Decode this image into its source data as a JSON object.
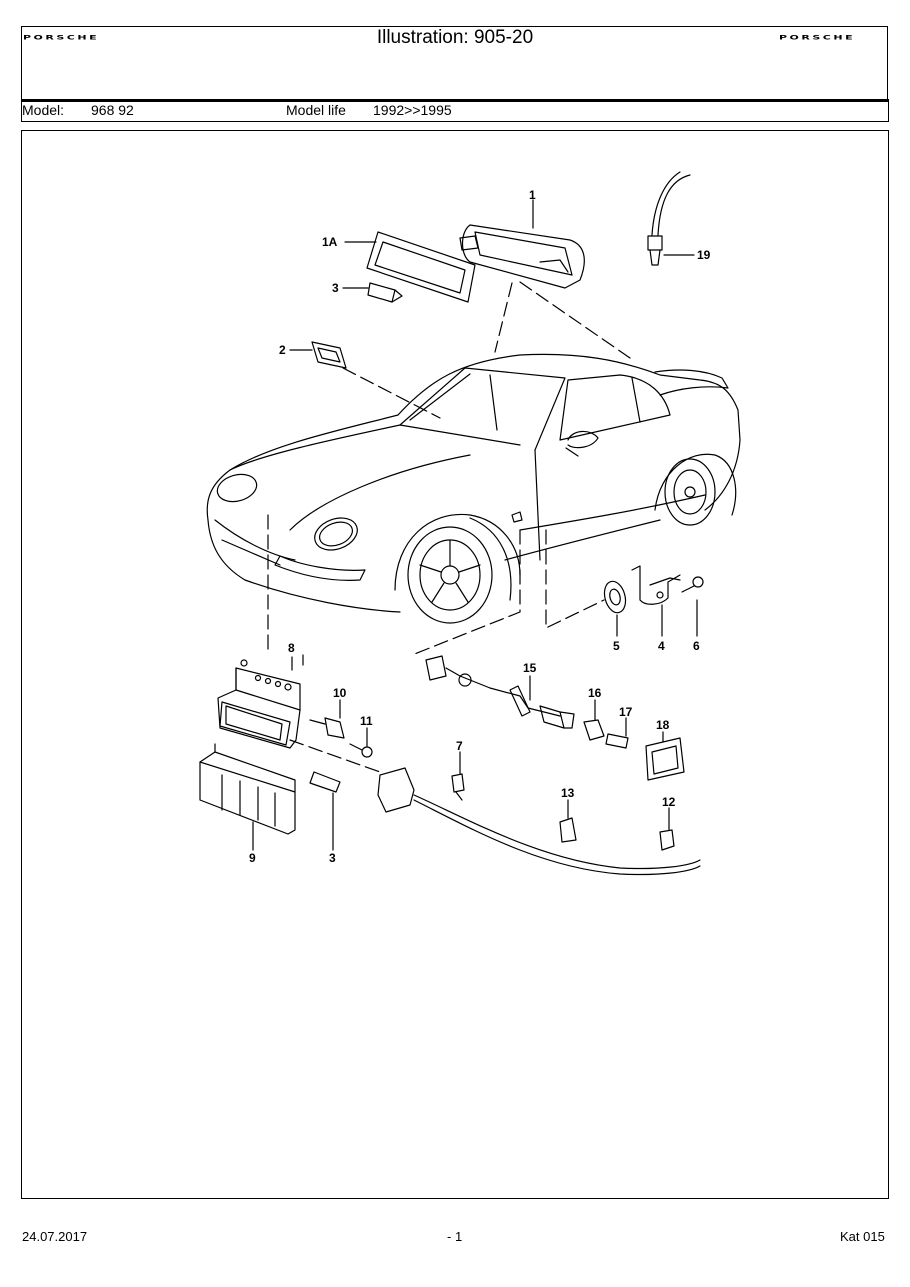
{
  "header": {
    "brand_left": "PORSCHE",
    "brand_right": "PORSCHE",
    "title": "Illustration: 905-20"
  },
  "model_row": {
    "model_label": "Model:",
    "model_value": "968 92",
    "life_label": "Model life",
    "life_value": "1992>>1995"
  },
  "callouts": {
    "c1": "1",
    "c1a": "1A",
    "c2": "2",
    "c3a": "3",
    "c3b": "3",
    "c4": "4",
    "c5": "5",
    "c6": "6",
    "c7": "7",
    "c8": "8",
    "c9": "9",
    "c10": "10",
    "c11": "11",
    "c12": "12",
    "c13": "13",
    "c15": "15",
    "c16": "16",
    "c17": "17",
    "c18": "18",
    "c19": "19"
  },
  "footer": {
    "date": "24.07.2017",
    "page": "- 1",
    "catalog": "Kat 015"
  }
}
